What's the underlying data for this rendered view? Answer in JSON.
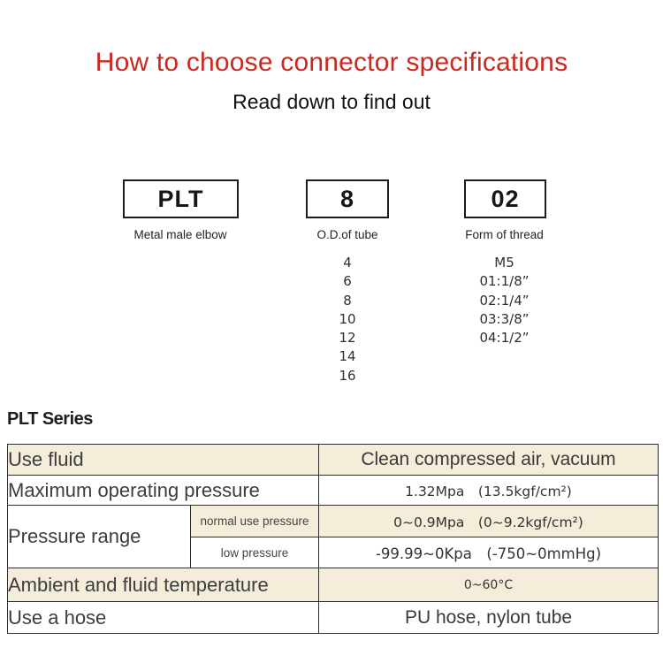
{
  "page": {
    "title": "How to choose connector specifications",
    "subtitle": "Read down to find out"
  },
  "colors": {
    "accent_red": "#c9291f",
    "row_beige": "#f4edda",
    "border_dark": "#2e2e2e"
  },
  "code_builder": {
    "segments": [
      {
        "code": "PLT",
        "label": "Metal male elbow",
        "options": []
      },
      {
        "code": "8",
        "label": "O.D.of tube",
        "options": [
          "4",
          "6",
          "8",
          "10",
          "12",
          "14",
          "16"
        ]
      },
      {
        "code": "02",
        "label": "Form of thread",
        "options": [
          "M5",
          "01:1/8”",
          "02:1/4”",
          "03:3/8”",
          "04:1/2”"
        ]
      }
    ]
  },
  "series": {
    "heading": "PLT Series"
  },
  "spec_table": {
    "use_fluid": {
      "label": "Use fluid",
      "value": "Clean compressed air, vacuum"
    },
    "max_pressure": {
      "label": "Maximum operating pressure",
      "value": "1.32Mpa　(13.5kgf/cm²)"
    },
    "pressure_range": {
      "label": "Pressure range",
      "normal": {
        "label": "normal use pressure",
        "value": "0~0.9Mpa　(0~9.2kgf/cm²)"
      },
      "low": {
        "label": "low pressure",
        "value": "-99.99~0Kpa　(-750~0mmHg)"
      }
    },
    "ambient_temp": {
      "label": "Ambient and fluid temperature",
      "value": "0~60°C"
    },
    "hose": {
      "label": "Use a hose",
      "value": "PU hose, nylon tube"
    }
  }
}
